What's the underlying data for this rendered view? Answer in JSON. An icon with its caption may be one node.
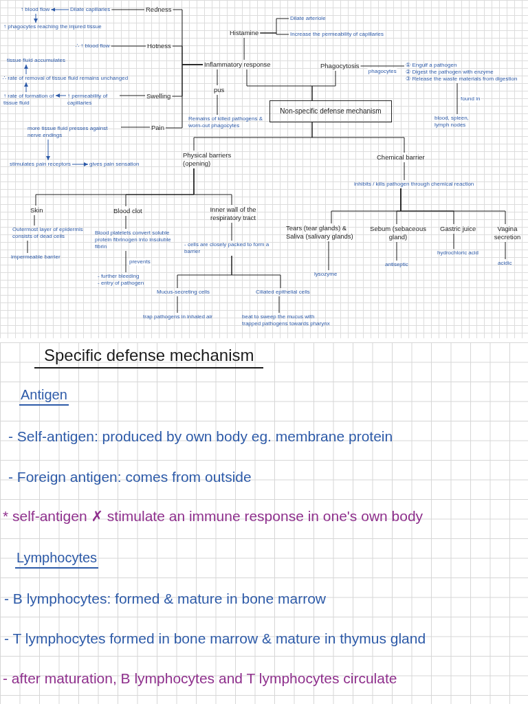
{
  "diagram": {
    "nodes": [
      {
        "text": [
          "↑ blood flow"
        ]
      },
      {
        "text": [
          "Dilate capillaries"
        ]
      },
      {
        "text": [
          "Redness"
        ]
      },
      {
        "text": [
          "Dilate arteriole"
        ]
      },
      {
        "text": [
          "↑ phagocytes reaching the injured tissue"
        ]
      },
      {
        "text": [
          "Histamine"
        ]
      },
      {
        "text": [
          "Increase the permeability of capillaries"
        ]
      },
      {
        "text": [
          "∴ ↑ blood flow"
        ]
      },
      {
        "text": [
          "Hotness"
        ]
      },
      {
        "text": [
          "tissue fluid accumulates"
        ]
      },
      {
        "text": [
          "Inflammatory response"
        ]
      },
      {
        "text": [
          "Phagocytosis"
        ]
      },
      {
        "text": [
          "① Engulf a pathogen",
          "② Digest the pathogen with enzyme",
          "③ Release the waste materials from digestion"
        ]
      },
      {
        "text": [
          "∴ rate of removal of tissue fluid remains unchanged"
        ]
      },
      {
        "text": [
          "pus"
        ]
      },
      {
        "text": [
          "↑ rate of formation of tissue fluid"
        ]
      },
      {
        "text": [
          "↑ permeability of capillaries"
        ]
      },
      {
        "text": [
          "Swelling"
        ]
      },
      {
        "text": [
          "Non-specific defense mechanism"
        ]
      },
      {
        "text": [
          "Remains of killed pathogens & worn-out phagocytes"
        ]
      },
      {
        "text": [
          "blood, spleen, lymph nodes"
        ]
      },
      {
        "text": [
          "more tissue fluid presses against nerve endings"
        ]
      },
      {
        "text": [
          "Pain"
        ]
      },
      {
        "text": [
          "Physical barriers (opening)"
        ]
      },
      {
        "text": [
          "Chemical barrier"
        ]
      },
      {
        "text": [
          "stimulates pain receptors"
        ]
      },
      {
        "text": [
          "gives pain sensation"
        ]
      },
      {
        "text": [
          "inhibits / kills pathogen through chemical reaction"
        ]
      },
      {
        "text": [
          "Skin"
        ]
      },
      {
        "text": [
          "Blood clot"
        ]
      },
      {
        "text": [
          "Inner wall of the respiratory tract"
        ]
      },
      {
        "text": [
          "Tears (tear glands) & Saliva (salivary glands)"
        ]
      },
      {
        "text": [
          "Sebum (sebaceous gland)"
        ]
      },
      {
        "text": [
          "Gastric juice"
        ]
      },
      {
        "text": [
          "Vagina secretion"
        ]
      },
      {
        "text": [
          "Outermost layer of epidermis consists of dead cells"
        ]
      },
      {
        "text": [
          "Blood platelets convert soluble protein fibrinogen into insoluble fibrin"
        ]
      },
      {
        "text": [
          "- cells are closely packed to form a barrier"
        ]
      },
      {
        "text": [
          "hydrochloric acid"
        ]
      },
      {
        "text": [
          "impermeable barrier"
        ]
      },
      {
        "text": [
          "antiseptic"
        ]
      },
      {
        "text": [
          "acidic"
        ]
      },
      {
        "text": [
          "lysozyme"
        ]
      },
      {
        "text": [
          "- further bleeding",
          "- entry of pathogen"
        ]
      },
      {
        "text": [
          "Mucus-secreting cells"
        ]
      },
      {
        "text": [
          "Ciliated epithelial cells"
        ]
      },
      {
        "text": [
          "trap pathogens in inhaled air"
        ]
      },
      {
        "text": [
          "beat to sweep the mucus with trapped pathogens towards pharynx"
        ]
      }
    ],
    "edges": [
      {
        "from": 1,
        "to": 0,
        "arrow": "to",
        "color": "#2d5aa8"
      },
      {
        "from": 0,
        "to": 4,
        "arrow": "to",
        "color": "#2d5aa8"
      },
      {
        "from": 2,
        "to": 1,
        "arrow": "none"
      },
      {
        "from": 8,
        "to": 7,
        "arrow": "none"
      },
      {
        "from": 13,
        "to": 9,
        "arrow": "to",
        "color": "#2d5aa8"
      },
      {
        "from": 15,
        "to": 13,
        "arrow": "to",
        "color": "#2d5aa8"
      },
      {
        "from": 16,
        "to": 15,
        "arrow": "to",
        "color": "#2d5aa8"
      },
      {
        "from": 17,
        "to": 16,
        "arrow": "none"
      },
      {
        "from": 22,
        "to": 21,
        "arrow": "none"
      },
      {
        "from": 21,
        "to": 25,
        "arrow": "to",
        "color": "#2d5aa8"
      },
      {
        "from": 25,
        "to": 26,
        "arrow": "to",
        "color": "#2d5aa8"
      },
      {
        "from": 10,
        "to": 2,
        "arrow": "none"
      },
      {
        "from": 10,
        "to": 8,
        "arrow": "none"
      },
      {
        "from": 10,
        "to": 17,
        "arrow": "none"
      },
      {
        "from": 10,
        "to": 22,
        "arrow": "none"
      },
      {
        "from": 5,
        "to": 10,
        "arrow": "none"
      },
      {
        "from": 5,
        "to": 3,
        "arrow": "none"
      },
      {
        "from": 5,
        "to": 6,
        "arrow": "none"
      },
      {
        "from": 10,
        "to": 14,
        "arrow": "none"
      },
      {
        "from": 14,
        "to": 19,
        "arrow": "none"
      },
      {
        "from": 18,
        "to": 10,
        "arrow": "none"
      },
      {
        "from": 18,
        "to": 11,
        "arrow": "none"
      },
      {
        "from": 11,
        "to": 12,
        "arrow": "none",
        "label": "phagocytes"
      },
      {
        "from": 12,
        "to": 20,
        "arrow": "none",
        "label": "found in"
      },
      {
        "from": 18,
        "to": 23,
        "arrow": "none"
      },
      {
        "from": 18,
        "to": 24,
        "arrow": "none"
      },
      {
        "from": 23,
        "to": 28,
        "arrow": "none"
      },
      {
        "from": 23,
        "to": 29,
        "arrow": "none"
      },
      {
        "from": 23,
        "to": 30,
        "arrow": "none"
      },
      {
        "from": 28,
        "to": 35,
        "arrow": "none"
      },
      {
        "from": 35,
        "to": 39,
        "arrow": "none"
      },
      {
        "from": 29,
        "to": 36,
        "arrow": "none"
      },
      {
        "from": 36,
        "to": 43,
        "arrow": "none",
        "label": "prevents"
      },
      {
        "from": 30,
        "to": 37,
        "arrow": "none"
      },
      {
        "from": 37,
        "to": 44,
        "arrow": "none"
      },
      {
        "from": 37,
        "to": 45,
        "arrow": "none"
      },
      {
        "from": 44,
        "to": 46,
        "arrow": "none"
      },
      {
        "from": 45,
        "to": 47,
        "arrow": "none"
      },
      {
        "from": 24,
        "to": 27,
        "arrow": "none"
      },
      {
        "from": 27,
        "to": 31,
        "arrow": "none"
      },
      {
        "from": 27,
        "to": 32,
        "arrow": "none"
      },
      {
        "from": 27,
        "to": 33,
        "arrow": "none"
      },
      {
        "from": 27,
        "to": 34,
        "arrow": "none"
      },
      {
        "from": 31,
        "to": 42,
        "arrow": "none"
      },
      {
        "from": 32,
        "to": 40,
        "arrow": "none"
      },
      {
        "from": 33,
        "to": 38,
        "arrow": "none"
      },
      {
        "from": 34,
        "to": 41,
        "arrow": "none"
      }
    ],
    "labels": [
      "Specific defense mechanism",
      "Antigen",
      "- Self-antigen: produced by own body eg. membrane protein",
      "- Foreign antigen: comes from outside",
      "* self-antigen ✗ stimulate an immune response in one's own body",
      "Lymphocytes",
      "- B lymphocytes: formed & mature in bone marrow",
      "- T lymphocytes formed in bone marrow & mature in thymus gland",
      "- after maturation, B lymphocytes and T lymphocytes circulate"
    ]
  }
}
